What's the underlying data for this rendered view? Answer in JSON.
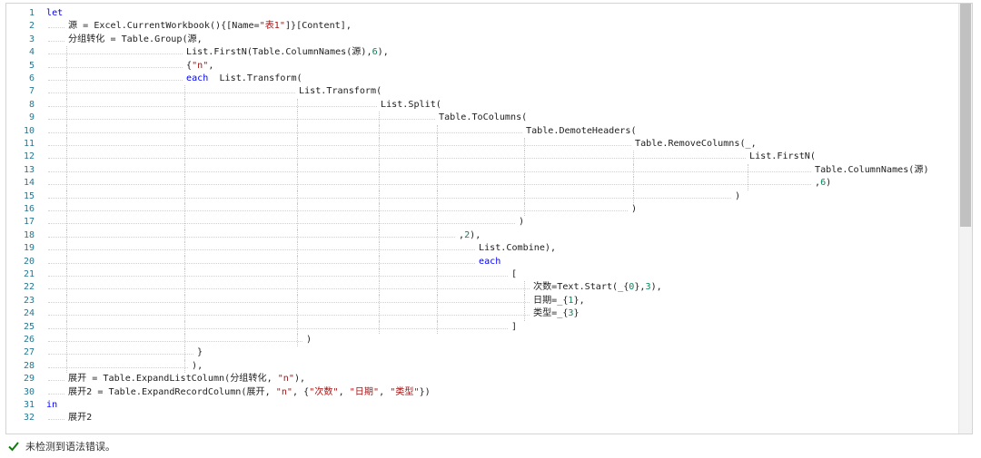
{
  "editor": {
    "lines": [
      {
        "n": "1",
        "indent": 0,
        "segs": [
          [
            "kw",
            "let"
          ]
        ]
      },
      {
        "n": "2",
        "indent": 24,
        "segs": [
          [
            "",
            "源 = Excel.CurrentWorkbook(){[Name="
          ],
          [
            "str",
            "\"表1\""
          ],
          [
            "",
            "]}[Content],"
          ]
        ]
      },
      {
        "n": "3",
        "indent": 24,
        "segs": [
          [
            "",
            "分组转化 = Table.Group(源,"
          ]
        ]
      },
      {
        "n": "4",
        "indent": 154,
        "segs": [
          [
            "",
            "List.FirstN(Table.ColumnNames(源),"
          ],
          [
            "num",
            "6"
          ],
          [
            "",
            "),"
          ]
        ]
      },
      {
        "n": "5",
        "indent": 154,
        "segs": [
          [
            "",
            "{"
          ],
          [
            "str",
            "\"n\""
          ],
          [
            "",
            ","
          ]
        ]
      },
      {
        "n": "6",
        "indent": 154,
        "segs": [
          [
            "kw",
            "each"
          ],
          [
            "",
            "  List.Transform("
          ]
        ]
      },
      {
        "n": "7",
        "indent": 278,
        "segs": [
          [
            "",
            "List.Transform("
          ]
        ]
      },
      {
        "n": "8",
        "indent": 368,
        "segs": [
          [
            "",
            "List.Split("
          ]
        ]
      },
      {
        "n": "9",
        "indent": 432,
        "segs": [
          [
            "",
            "Table.ToColumns("
          ]
        ]
      },
      {
        "n": "10",
        "indent": 528,
        "segs": [
          [
            "",
            "Table.DemoteHeaders("
          ]
        ]
      },
      {
        "n": "11",
        "indent": 648,
        "segs": [
          [
            "",
            "Table.RemoveColumns(_,"
          ]
        ]
      },
      {
        "n": "12",
        "indent": 774,
        "segs": [
          [
            "",
            "List.FirstN("
          ]
        ]
      },
      {
        "n": "13",
        "indent": 846,
        "segs": [
          [
            "",
            "Table.ColumnNames(源)"
          ]
        ]
      },
      {
        "n": "14",
        "indent": 846,
        "segs": [
          [
            "",
            ","
          ],
          [
            "num",
            "6"
          ],
          [
            "",
            ")"
          ]
        ]
      },
      {
        "n": "15",
        "indent": 758,
        "segs": [
          [
            "",
            ")"
          ]
        ]
      },
      {
        "n": "16",
        "indent": 644,
        "segs": [
          [
            "",
            ")"
          ]
        ]
      },
      {
        "n": "17",
        "indent": 520,
        "segs": [
          [
            "",
            ")"
          ]
        ]
      },
      {
        "n": "18",
        "indent": 454,
        "segs": [
          [
            "",
            ","
          ],
          [
            "num",
            "2"
          ],
          [
            "",
            "),"
          ]
        ]
      },
      {
        "n": "19",
        "indent": 476,
        "segs": [
          [
            "",
            "List.Combine),"
          ]
        ]
      },
      {
        "n": "20",
        "indent": 476,
        "segs": [
          [
            "kw",
            "each"
          ]
        ]
      },
      {
        "n": "21",
        "indent": 512,
        "segs": [
          [
            "",
            "["
          ]
        ]
      },
      {
        "n": "22",
        "indent": 536,
        "segs": [
          [
            "",
            "次数=Text.Start(_{"
          ],
          [
            "num",
            "0"
          ],
          [
            "",
            "},"
          ],
          [
            "num",
            "3"
          ],
          [
            "",
            "),"
          ]
        ]
      },
      {
        "n": "23",
        "indent": 536,
        "segs": [
          [
            "",
            "日期=_{"
          ],
          [
            "num",
            "1"
          ],
          [
            "",
            "},"
          ]
        ]
      },
      {
        "n": "24",
        "indent": 536,
        "segs": [
          [
            "",
            "类型=_{"
          ],
          [
            "num",
            "3"
          ],
          [
            "",
            "}"
          ]
        ]
      },
      {
        "n": "25",
        "indent": 512,
        "segs": [
          [
            "",
            "]"
          ]
        ]
      },
      {
        "n": "26",
        "indent": 286,
        "segs": [
          [
            "",
            ")"
          ]
        ]
      },
      {
        "n": "27",
        "indent": 166,
        "segs": [
          [
            "",
            "}"
          ]
        ]
      },
      {
        "n": "28",
        "indent": 160,
        "segs": [
          [
            "",
            "),"
          ]
        ]
      },
      {
        "n": "29",
        "indent": 24,
        "segs": [
          [
            "",
            "展开 = Table.ExpandListColumn(分组转化, "
          ],
          [
            "str",
            "\"n\""
          ],
          [
            "",
            "),"
          ]
        ]
      },
      {
        "n": "30",
        "indent": 24,
        "segs": [
          [
            "",
            "展开2 = Table.ExpandRecordColumn(展开, "
          ],
          [
            "str",
            "\"n\""
          ],
          [
            "",
            ", {"
          ],
          [
            "str",
            "\"次数\""
          ],
          [
            "",
            ", "
          ],
          [
            "str",
            "\"日期\""
          ],
          [
            "",
            ", "
          ],
          [
            "str",
            "\"类型\""
          ],
          [
            "",
            "})"
          ]
        ]
      },
      {
        "n": "31",
        "indent": 0,
        "segs": [
          [
            "kw",
            "in"
          ]
        ]
      },
      {
        "n": "32",
        "indent": 24,
        "segs": [
          [
            "",
            "展开2"
          ]
        ]
      }
    ]
  },
  "status": {
    "message": "未检测到语法错误。",
    "icon": "check-icon",
    "icon_color": "#107c10"
  },
  "colors": {
    "keyword": "#0000ff",
    "string": "#a31515",
    "number": "#098658",
    "line_number": "#237893"
  }
}
